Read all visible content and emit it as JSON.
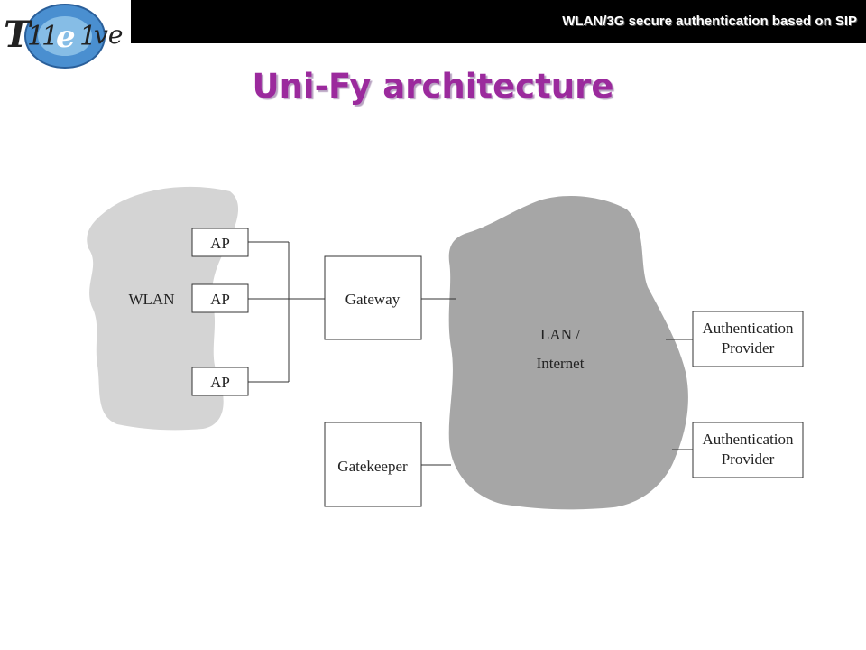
{
  "header": {
    "subtitle": "WLAN/3G secure authentication based on SIP"
  },
  "logo": {
    "text": "TI e l ve"
  },
  "title": "Uni-Fy architecture",
  "colors": {
    "title": "#9b2a9d",
    "cloud_wlan": "#d4d4d4",
    "cloud_lan": "#a6a6a6",
    "header_bg": "#000000"
  },
  "diagram": {
    "wlan_label": "WLAN",
    "ap_labels": [
      "AP",
      "AP",
      "AP"
    ],
    "gateway_label": "Gateway",
    "gatekeeper_label": "Gatekeeper",
    "lan_label_line1": "LAN /",
    "lan_label_line2": "Internet",
    "auth_providers": [
      {
        "line1": "Authentication",
        "line2": "Provider"
      },
      {
        "line1": "Authentication",
        "line2": "Provider"
      }
    ]
  }
}
